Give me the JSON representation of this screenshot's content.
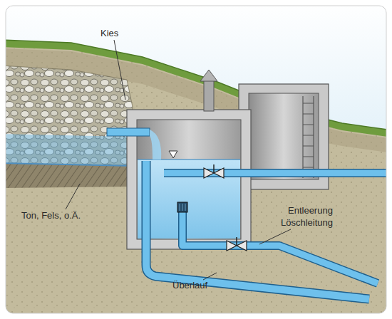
{
  "diagram": {
    "labels": [
      "Kies",
      "Ton, Fels, o.Ä.",
      "Entleerung",
      "Löschleitung",
      "Überlauf"
    ]
  }
}
